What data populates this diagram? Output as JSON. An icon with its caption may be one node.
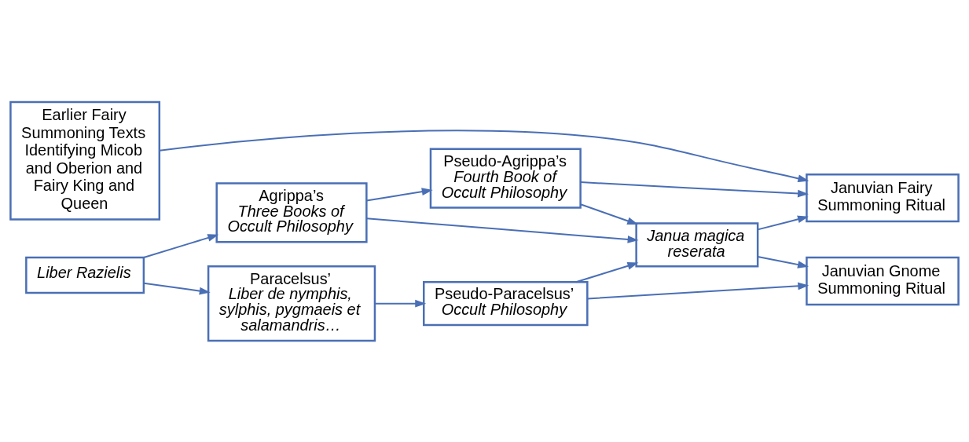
{
  "diagram": {
    "nodes": [
      {
        "text": [
          "Earlier Fairy Summoning Texts Identifying Micob and Oberion and Fairy King and Queen"
        ]
      },
      {
        "text": [
          "Pseudo-Agrippa’s",
          "Fourth Book of Occult Philosophy"
        ]
      },
      {
        "text": [
          "Januvian Fairy Summoning Ritual"
        ]
      },
      {
        "text": [
          "Agrippa’s",
          "Three Books of Occult Philosophy"
        ]
      },
      {
        "text": [
          "Janua magica reserata"
        ]
      },
      {
        "text": [
          "Liber Razielis"
        ]
      },
      {
        "text": [
          "Paracelsus’",
          "Liber de nymphis, sylphis, pygmaeis et salamandris…"
        ]
      },
      {
        "text": [
          "Pseudo-Paracelsus’",
          "Occult Philosophy"
        ]
      },
      {
        "text": [
          "Januvian Gnome Summoning Ritual"
        ]
      }
    ],
    "edges": [
      {
        "from": 0,
        "to": 2,
        "arrow": "to"
      },
      {
        "from": 5,
        "to": 3,
        "arrow": "to"
      },
      {
        "from": 5,
        "to": 6,
        "arrow": "to"
      },
      {
        "from": 3,
        "to": 1,
        "arrow": "to"
      },
      {
        "from": 3,
        "to": 4,
        "arrow": "to"
      },
      {
        "from": 1,
        "to": 2,
        "arrow": "to"
      },
      {
        "from": 1,
        "to": 4,
        "arrow": "to"
      },
      {
        "from": 6,
        "to": 7,
        "arrow": "to"
      },
      {
        "from": 7,
        "to": 4,
        "arrow": "to"
      },
      {
        "from": 7,
        "to": 8,
        "arrow": "to"
      },
      {
        "from": 4,
        "to": 2,
        "arrow": "to"
      },
      {
        "from": 4,
        "to": 8,
        "arrow": "to"
      }
    ]
  }
}
